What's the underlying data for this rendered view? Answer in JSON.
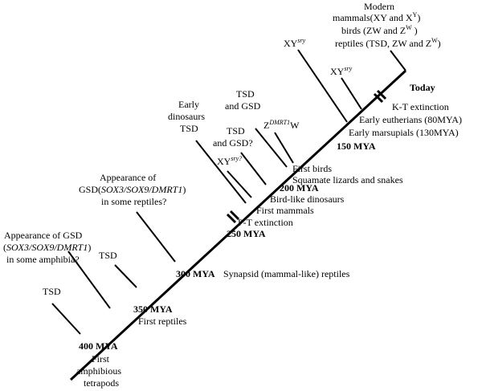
{
  "timeline": {
    "ticks": [
      {
        "label": "400 MYA",
        "note_lines": [
          "First",
          "amphibious",
          "tetrapods"
        ]
      },
      {
        "label": "350 MYA",
        "note_lines": [
          "First reptiles"
        ]
      },
      {
        "label": "300 MYA",
        "note_lines": [
          "Synapsid (mammal-like)  reptiles"
        ]
      },
      {
        "label": "250 MYA",
        "note_lines": []
      },
      {
        "label": "200 MYA",
        "note_lines": []
      },
      {
        "label": "150 MYA",
        "note_lines": []
      },
      {
        "label": "Today",
        "note_lines": []
      }
    ],
    "extinctions": [
      {
        "label": "P-T extinction"
      },
      {
        "label": "K-T extinction"
      }
    ],
    "events_right": {
      "first_mammals": "First mammals",
      "birdlike_dinosaurs": "Bird-like dinosaurs",
      "squamate": "Squamate lizards and snakes",
      "first_birds": "First birds",
      "early_marsupials": "Early marsupials (130MYA)",
      "early_eutherians": "Early eutherians (80MYA)"
    }
  },
  "branches": {
    "tsd_400": "TSD",
    "tsd_350": "TSD",
    "gsd_amphibia": {
      "line1": "Appearance of GSD",
      "genes": "SOX3/SOX9/DMRT1",
      "line3": "in some amphibia?"
    },
    "gsd_reptiles": {
      "line1_pre": "Appearance of",
      "line2_pre": "GSD(",
      "genes": "SOX3/SOX9/DMRT1",
      "line2_post": ")",
      "line3": "in some reptiles?"
    },
    "early_dinosaurs": {
      "line1": "Early",
      "line2": "dinosaurs",
      "line3": "TSD"
    },
    "tsd_gsd_q": {
      "line1": "TSD",
      "line2": "and GSD?"
    },
    "xy_sry_q": {
      "base": "XY",
      "sup": "sry?"
    },
    "tsd_gsd": {
      "line1": "TSD",
      "line2": "and GSD"
    },
    "z_dmrt1_w": {
      "pre": "Z",
      "sup": "DMRT1",
      "post": "W"
    },
    "xy_sry_top": {
      "base": "XY",
      "sup": "sry"
    },
    "xy_sry_mid": {
      "base": "XY",
      "sup": "sry"
    },
    "modern": {
      "line1": "Modern",
      "line2_pre": "mammals(XY and X",
      "line2_sup": "Y",
      "line2_post": ")",
      "line3_pre": "birds (ZW and Z",
      "line3_sup": "W",
      "line3_post": " )",
      "line4_pre": "reptiles (TSD, ZW and Z",
      "line4_sup": "W",
      "line4_post": ")"
    }
  }
}
